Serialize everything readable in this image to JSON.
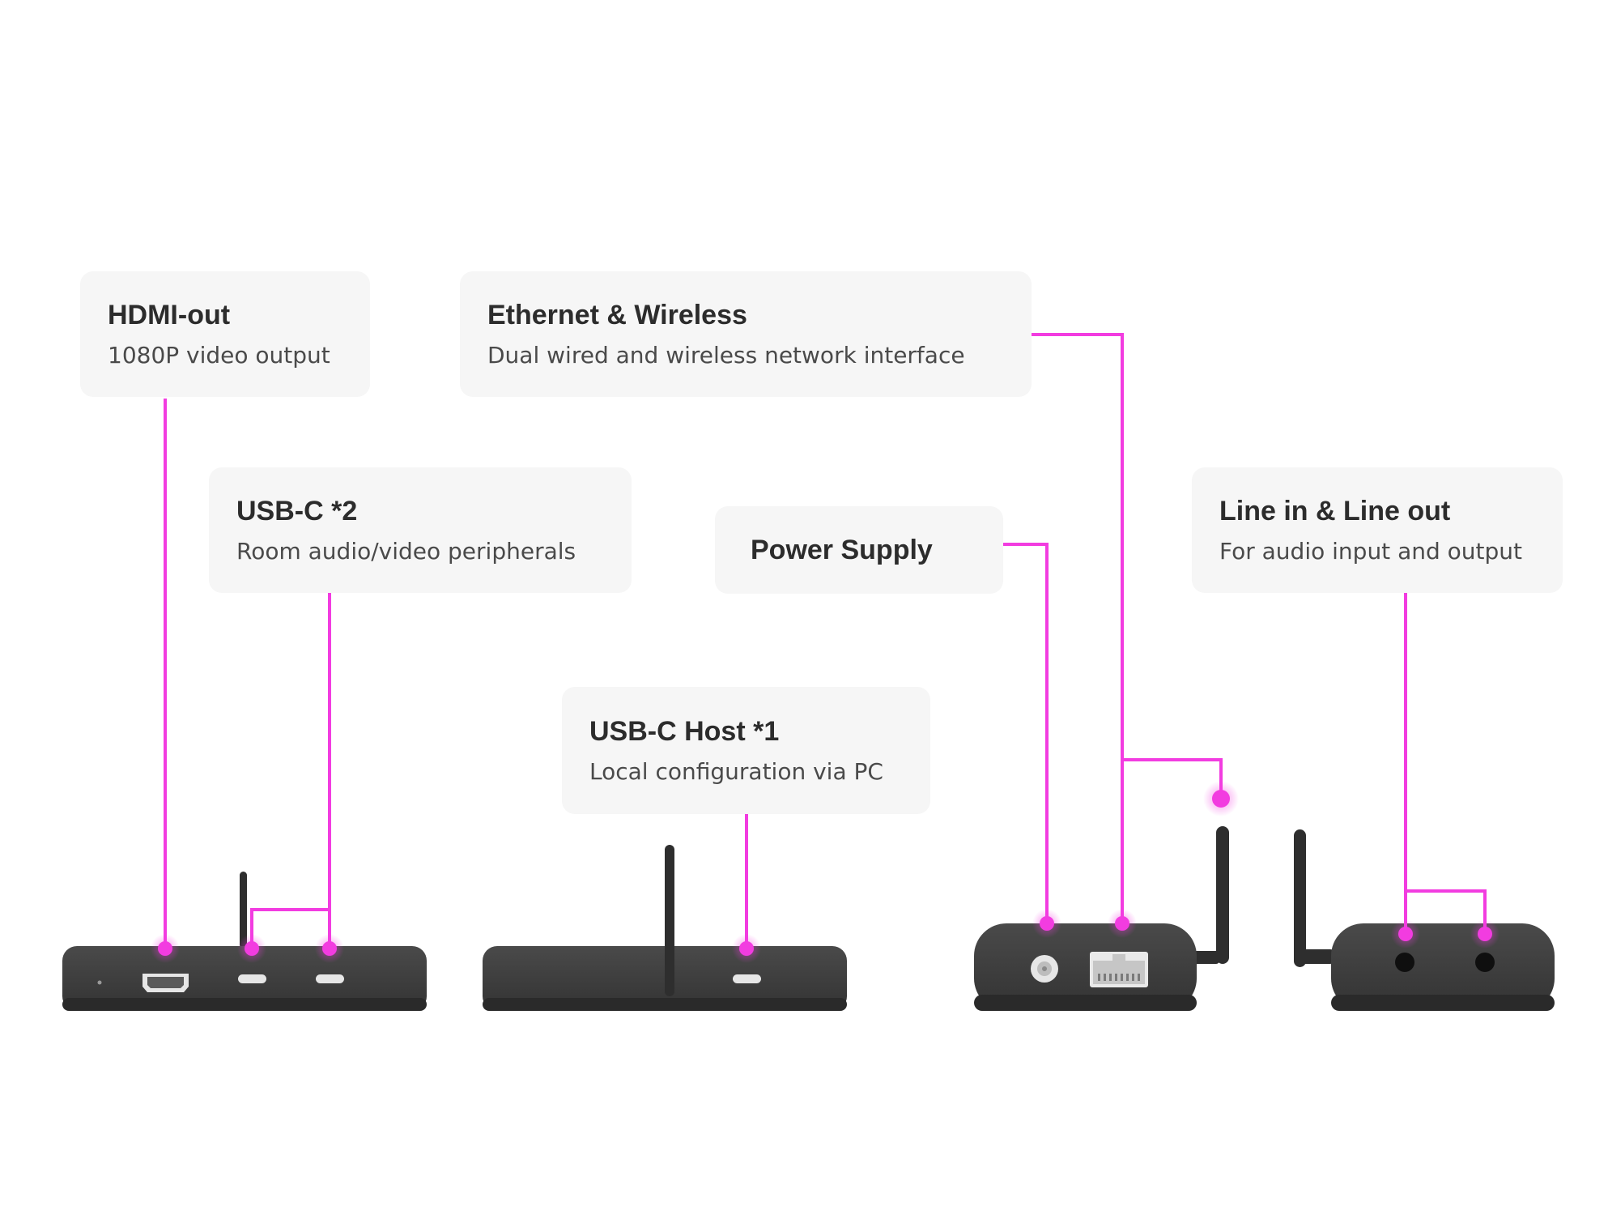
{
  "callouts": {
    "hdmi": {
      "title": "HDMI-out",
      "subtitle": "1080P video output"
    },
    "usbc2": {
      "title": "USB-C *2",
      "subtitle": "Room audio/video peripherals"
    },
    "ethernet": {
      "title": "Ethernet & Wireless",
      "subtitle": "Dual wired and wireless network interface"
    },
    "power": {
      "title": "Power Supply"
    },
    "usbhost": {
      "title": "USB-C Host *1",
      "subtitle": "Local configuration via PC"
    },
    "line": {
      "title": "Line in & Line out",
      "subtitle": "For audio input and output"
    }
  },
  "colors": {
    "accent": "#f23ce0",
    "card_bg": "#f6f6f6",
    "device_body": "#3d3d3d",
    "device_dark": "#2a2a2a",
    "port_metal": "#e6e6e6"
  },
  "icons": [
    "antenna-icon",
    "hdmi-port-icon",
    "usb-c-port-icon",
    "ethernet-port-icon",
    "dc-power-port-icon",
    "audio-jack-icon",
    "led-indicator-icon"
  ]
}
